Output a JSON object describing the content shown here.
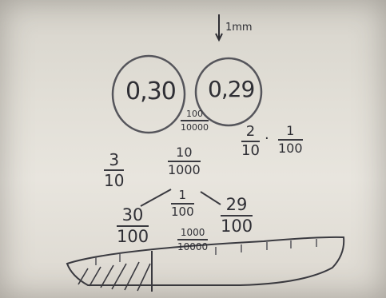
{
  "top_note": "1mm",
  "circles": [
    {
      "value": "0,30"
    },
    {
      "value": "0,29"
    }
  ],
  "fractions": {
    "small_top": {
      "num": "100",
      "den": "10000"
    },
    "left": {
      "num": "3",
      "den": "10"
    },
    "center": {
      "num": "10",
      "den": "1000"
    },
    "right_a": {
      "num": "2",
      "den": "10"
    },
    "right_op": "·",
    "right_b": {
      "num": "1",
      "den": "100"
    },
    "bottom_mid": {
      "num": "1",
      "den": "100"
    },
    "bottom_left": {
      "num": "30",
      "den": "100"
    },
    "bottom_right": {
      "num": "29",
      "den": "100"
    },
    "bottom_small": {
      "num": "1000",
      "den": "10000"
    }
  }
}
